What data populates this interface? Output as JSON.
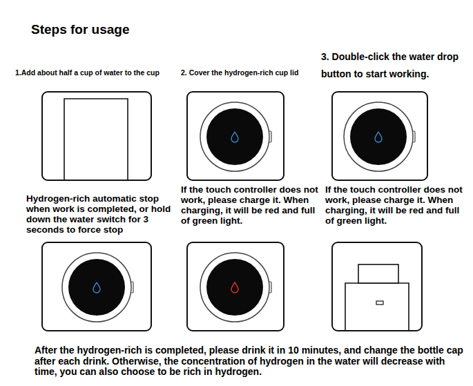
{
  "diagram": {
    "title": "Steps for usage",
    "caption": "After the hydrogen-rich is completed, please drink it in 10 minutes, and change the bottle cap after each drink. Otherwise, the concentration of hydrogen in the water will decrease with time, you can also choose to be rich in hydrogen.",
    "nodes": [
      {
        "text": [
          "1.Add about half a cup of water to the cup"
        ]
      },
      {
        "text": [
          "2. Cover the hydrogen-rich cup lid"
        ]
      },
      {
        "text": [
          "3. Double-click the water drop button to start working."
        ]
      },
      {
        "text": [
          "Hydrogen-rich automatic stop when work is completed, or hold down the water switch for 3 seconds to force stop"
        ]
      },
      {
        "text": [
          "If the touch controller does not work, please charge it. When charging, it will be red and full of green light."
        ]
      },
      {
        "text": [
          "If the touch controller does not work, please charge it. When charging, it will be red and full of green light."
        ]
      }
    ]
  }
}
